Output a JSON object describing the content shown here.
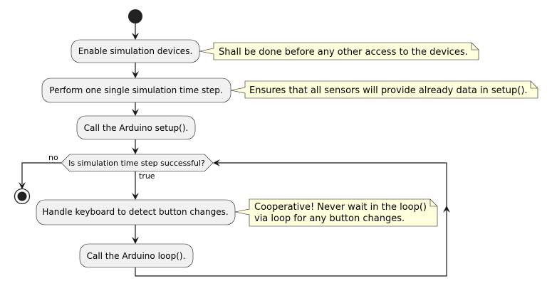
{
  "colors": {
    "activity_fill": "#F1F1F1",
    "activity_stroke": "#181818",
    "note_fill": "#FEFFDD",
    "note_stroke": "#181818",
    "line": "#181818",
    "start_node": "#222222"
  },
  "activities": {
    "enable_devices": "Enable simulation devices.",
    "perform_step": "Perform one single simulation time step.",
    "arduino_setup": "Call the Arduino setup().",
    "handle_keyboard": "Handle keyboard to detect button changes.",
    "arduino_loop": "Call the Arduino loop()."
  },
  "decision": {
    "label": "Is simulation time step successful?",
    "true_label": "true",
    "false_label": "no"
  },
  "notes": {
    "enable_devices": "Shall be done before any other access to the devices.",
    "perform_step": "Ensures that all sensors will provide already data in setup().",
    "handle_keyboard_line1": "Cooperative! Never wait in the loop()",
    "handle_keyboard_line2": "via loop for any button changes."
  }
}
